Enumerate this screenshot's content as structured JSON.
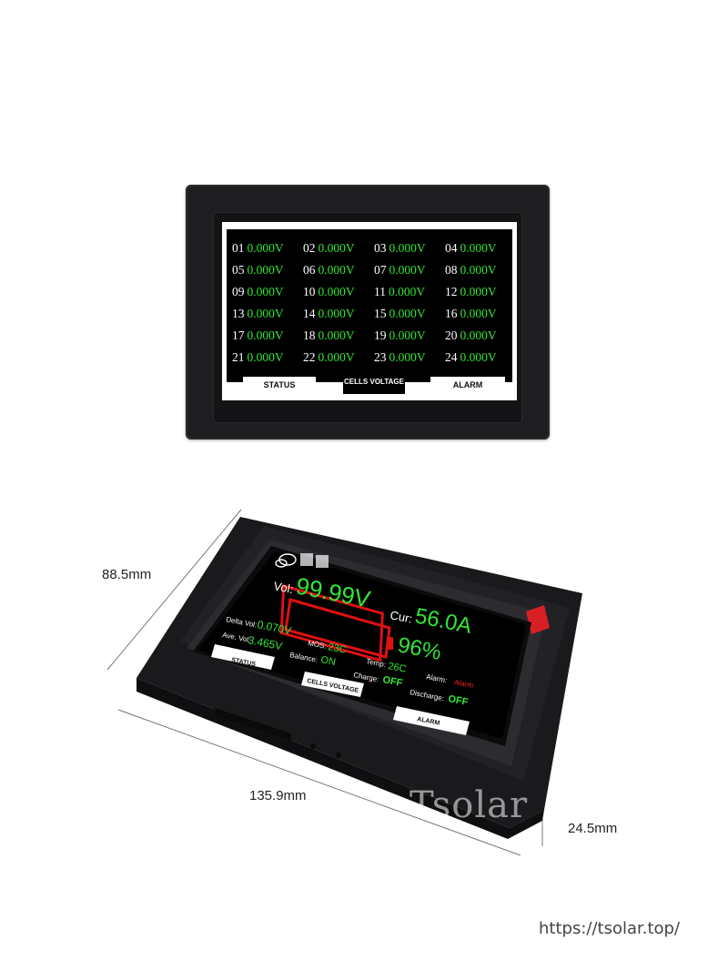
{
  "top_display": {
    "cells": [
      {
        "num": "01",
        "val": "0.000V"
      },
      {
        "num": "02",
        "val": "0.000V"
      },
      {
        "num": "03",
        "val": "0.000V"
      },
      {
        "num": "04",
        "val": "0.000V"
      },
      {
        "num": "05",
        "val": "0.000V"
      },
      {
        "num": "06",
        "val": "0.000V"
      },
      {
        "num": "07",
        "val": "0.000V"
      },
      {
        "num": "08",
        "val": "0.000V"
      },
      {
        "num": "09",
        "val": "0.000V"
      },
      {
        "num": "10",
        "val": "0.000V"
      },
      {
        "num": "11",
        "val": "0.000V"
      },
      {
        "num": "12",
        "val": "0.000V"
      },
      {
        "num": "13",
        "val": "0.000V"
      },
      {
        "num": "14",
        "val": "0.000V"
      },
      {
        "num": "15",
        "val": "0.000V"
      },
      {
        "num": "16",
        "val": "0.000V"
      },
      {
        "num": "17",
        "val": "0.000V"
      },
      {
        "num": "18",
        "val": "0.000V"
      },
      {
        "num": "19",
        "val": "0.000V"
      },
      {
        "num": "20",
        "val": "0.000V"
      },
      {
        "num": "21",
        "val": "0.000V"
      },
      {
        "num": "22",
        "val": "0.000V"
      },
      {
        "num": "23",
        "val": "0.000V"
      },
      {
        "num": "24",
        "val": "0.000V"
      }
    ],
    "tabs": {
      "status": "STATUS",
      "cells_voltage": "CELLS VOLTAGE",
      "alarm": "ALARM"
    }
  },
  "bottom_display": {
    "vol_label": "Vol:",
    "vol_value": "99.99V",
    "cur_label": "Cur:",
    "cur_value": "56.0A",
    "soc": "96%",
    "delta_label": "Delta Vol:",
    "delta_value": "0.070V",
    "ave_label": "Ave. Vol:",
    "ave_value": "3.465V",
    "mos_label": "MOS:",
    "mos_value": "23C",
    "balance_label": "Balance:",
    "balance_value": "ON",
    "temp_label": "Temp:",
    "temp_value": "26C",
    "charge_label": "Charge:",
    "charge_value": "OFF",
    "alarm_label": "Alarm:",
    "alarm_value": "Alarm",
    "discharge_label": "Discharge:",
    "discharge_value": "OFF",
    "tabs": {
      "status": "STATUS",
      "cells_voltage": "CELLS VOLTAGE",
      "alarm": "ALARM"
    }
  },
  "dimensions": {
    "height": "88.5mm",
    "width": "135.9mm",
    "depth": "24.5mm"
  },
  "watermark": "Tsolar",
  "url": "https://tsolar.top/",
  "colors": {
    "lcd_green": "#33e633",
    "battery_red": "#e01010",
    "alarm_red": "#ff2020",
    "device_body": "#1e1e20"
  }
}
